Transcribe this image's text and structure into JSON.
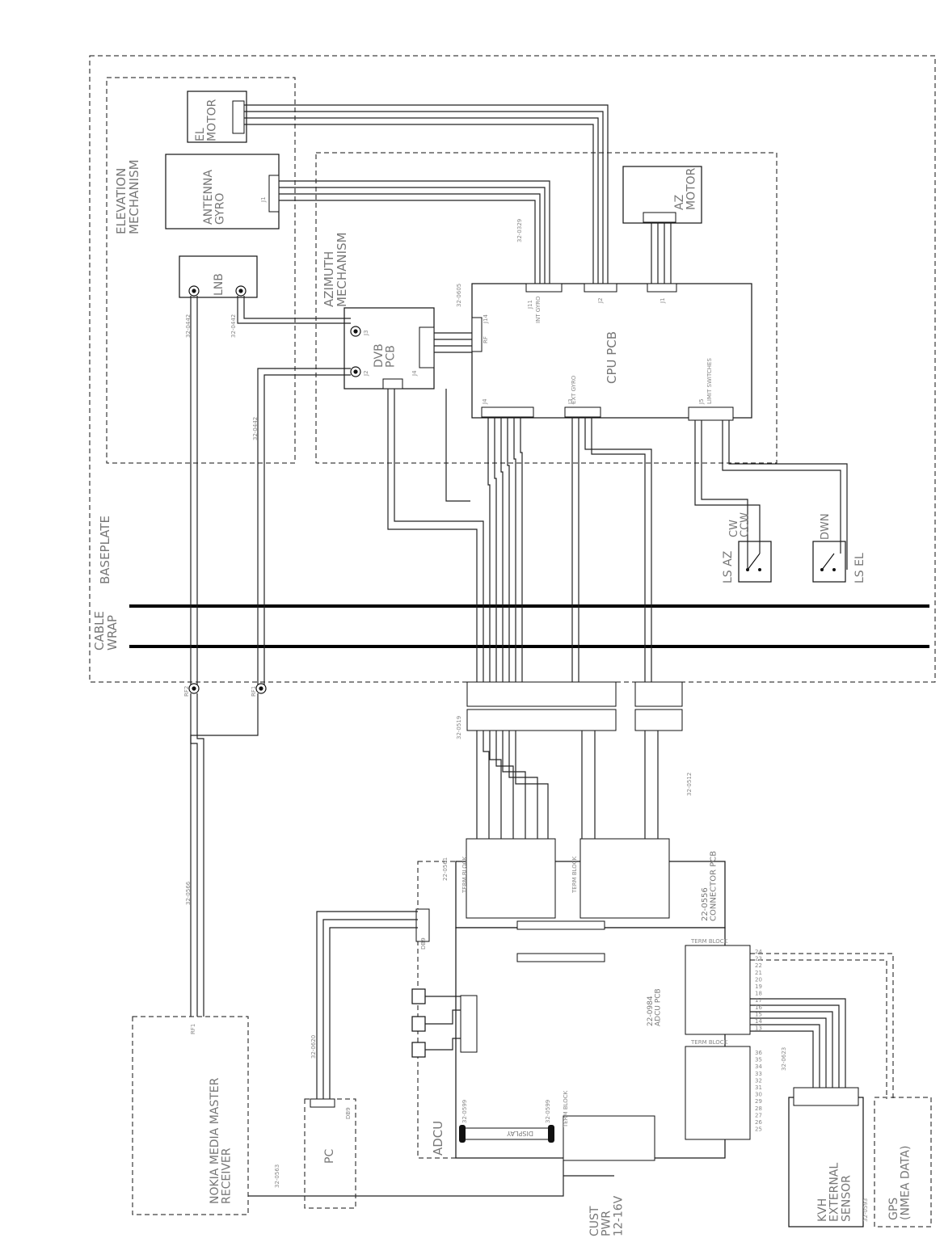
{
  "groups": {
    "baseplate": "BASEPLATE",
    "elevation": "ELEVATION\nMECHANISM",
    "azimuth": "AZIMUTH\nMECHANISM",
    "cable_wrap": "CABLE\nWRAP",
    "adcu": "ADCU"
  },
  "components": {
    "el_motor": "EL\nMOTOR",
    "antenna_gyro": "ANTENNA\nGYRO",
    "lnb": "LNB",
    "az_motor": "AZ\nMOTOR",
    "dvb_pcb": "DVB\nPCB",
    "cpu_pcb": "CPU PCB",
    "ls_az": "LS AZ",
    "ls_az_dirs": "CW\nCCW",
    "ls_el": "LS EL",
    "ls_el_dir": "DWN",
    "connector_pcb": "22-0556\nCONNECTOR PCB",
    "adcu_pcb": "22-0984\nADCU PCB",
    "nokia": "NOKIA MEDIA MASTER\nRECEIVER",
    "pc": "PC",
    "kvh_sensor": "KVH\nEXTERNAL\nSENSOR",
    "gps": "GPS\n(NMEA DATA)",
    "cust_pwr": "CUST\nPWR\n12-16V",
    "display": "DISPLAY"
  },
  "cables": {
    "c1": "32-0442",
    "c2": "32-0442",
    "c3": "32-0442",
    "c4": "32-0566",
    "c5": "32-0563",
    "c6": "32-0620",
    "c7": "32-0519",
    "c8": "32-0512",
    "c9": "32-0605",
    "c10": "32-0329",
    "c11": "32-0599",
    "c12": "32-0599",
    "c13": "32-0623",
    "c14": "32-0593",
    "c15": "22-0561"
  },
  "connectors": {
    "j1": "J1",
    "j2": "J2",
    "j3": "J3",
    "j4": "J4",
    "j5": "J5",
    "j11": "J11",
    "j14": "J14",
    "j15": "J15",
    "rf1": "RF1",
    "rf2": "RF2",
    "db9": "DB9",
    "rf": "RF",
    "int_gyro": "INT GYRO",
    "ext_gyro": "EXT GYRO",
    "limit_switches": "LIMIT SWITCHES",
    "term_block": "TERM BLOCK"
  },
  "terminal_numbers": [
    "24",
    "23",
    "22",
    "21",
    "20",
    "19",
    "18",
    "17",
    "16",
    "15",
    "14",
    "13",
    "36",
    "35",
    "34",
    "33",
    "32",
    "31",
    "30",
    "29",
    "28",
    "27",
    "26",
    "25"
  ]
}
